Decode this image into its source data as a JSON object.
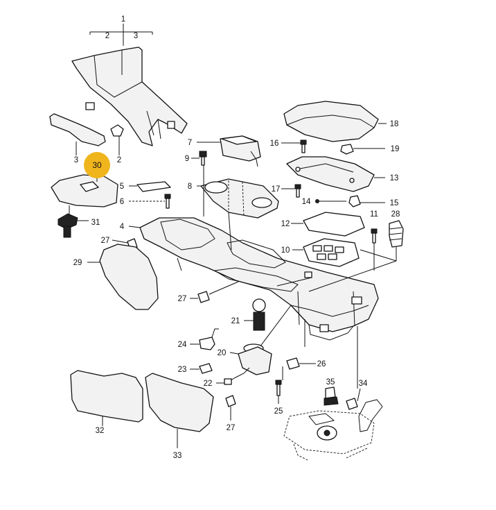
{
  "diagram": {
    "highlight_color": "#f0b51d",
    "highlighted_part": "30",
    "callouts": {
      "p1": "1",
      "p2": "2",
      "p3": "3",
      "p4": "4",
      "p5": "5",
      "p6": "6",
      "p7": "7",
      "p8": "8",
      "p9": "9",
      "p10": "10",
      "p11": "11",
      "p12": "12",
      "p13": "13",
      "p14": "14",
      "p15": "15",
      "p16": "16",
      "p17": "17",
      "p18": "18",
      "p19": "19",
      "p20": "20",
      "p21": "21",
      "p22": "22",
      "p23": "23",
      "p24": "24",
      "p25": "25",
      "p26": "26",
      "p27": "27",
      "p28": "28",
      "p29": "29",
      "p31": "31",
      "p32": "32",
      "p33": "33",
      "p34": "34",
      "p35": "35"
    }
  }
}
